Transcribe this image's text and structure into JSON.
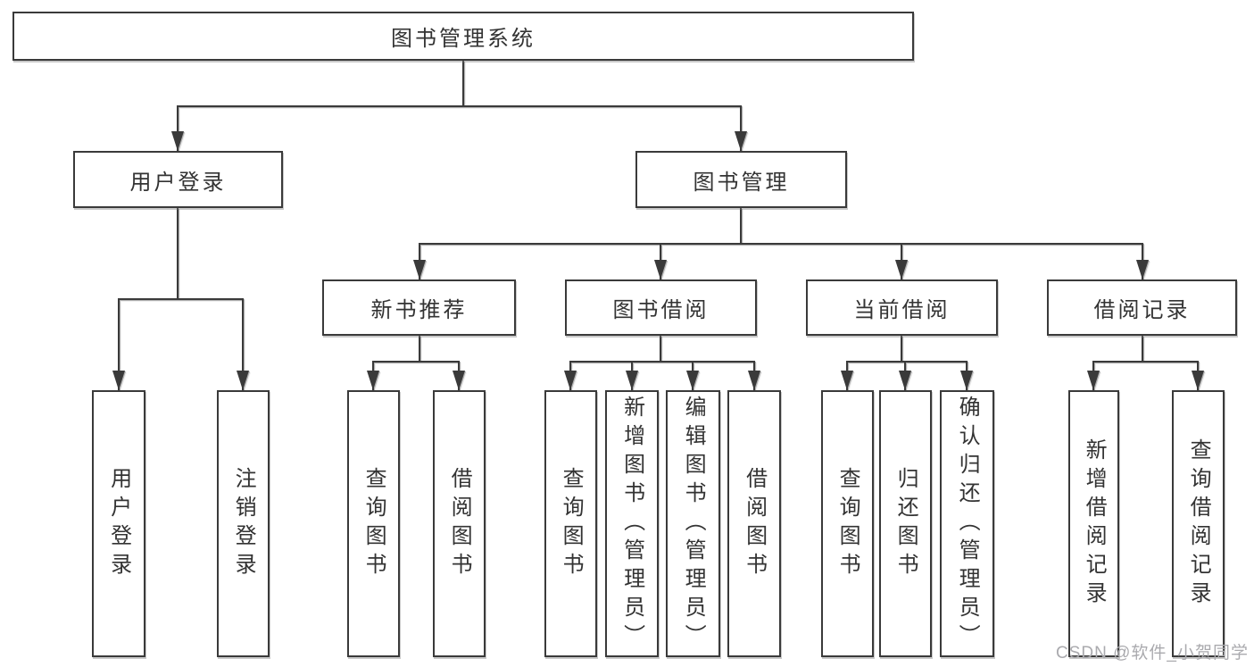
{
  "colors": {
    "line": "#3a3a3a",
    "box_border": "#3a3a3a",
    "box_background": "#ffffff",
    "text": "#333333",
    "watermark": "#aaaaae"
  },
  "watermark": {
    "text": "CSDN @软件_小贺同学"
  },
  "diagram": {
    "root": {
      "label": "图书管理系统"
    },
    "branches": [
      {
        "label": "用户登录",
        "children": [
          {
            "label": "用户登录"
          },
          {
            "label": "注销登录"
          }
        ]
      },
      {
        "label": "图书管理",
        "children": [
          {
            "label": "新书推荐",
            "children": [
              {
                "label": "查询图书"
              },
              {
                "label": "借阅图书"
              }
            ]
          },
          {
            "label": "图书借阅",
            "children": [
              {
                "label": "查询图书"
              },
              {
                "label": "新增图书（管理员）"
              },
              {
                "label": "编辑图书（管理员）"
              },
              {
                "label": "借阅图书"
              }
            ]
          },
          {
            "label": "当前借阅",
            "children": [
              {
                "label": "查询图书"
              },
              {
                "label": "归还图书"
              },
              {
                "label": "确认归还（管理员）"
              }
            ]
          },
          {
            "label": "借阅记录",
            "children": [
              {
                "label": "新增借阅记录"
              },
              {
                "label": "查询借阅记录"
              }
            ]
          }
        ]
      }
    ]
  }
}
